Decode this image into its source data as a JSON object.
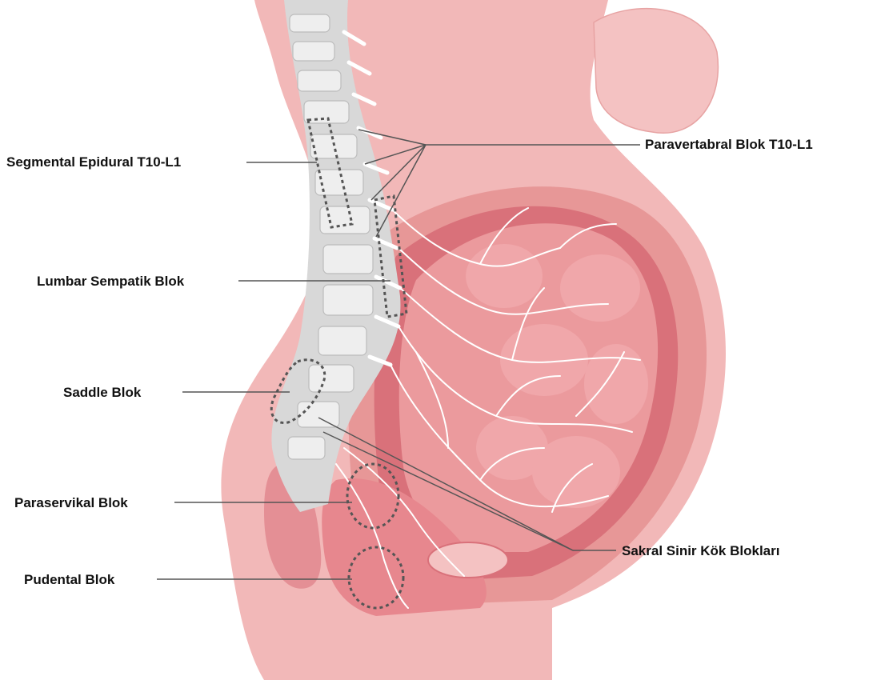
{
  "labels": {
    "segmental_epidural": "Segmental Epidural T10-L1",
    "lumbar_sempatik": "Lumbar Sempatik Blok",
    "saddle": "Saddle Blok",
    "paraservikal": "Paraservikal Blok",
    "pudental": "Pudental Blok",
    "paravertebral": "Paravertabral Blok T10-L1",
    "sakral": "Sakral Sinir Kök Blokları"
  },
  "colors": {
    "skin": "#f2b8b8",
    "skin_dark": "#e79797",
    "uterus": "#d9717a",
    "fetus": "#eb9a9d",
    "spine": "#d8d8d8",
    "nerve": "#ffffff",
    "leader_line": "#555555"
  }
}
